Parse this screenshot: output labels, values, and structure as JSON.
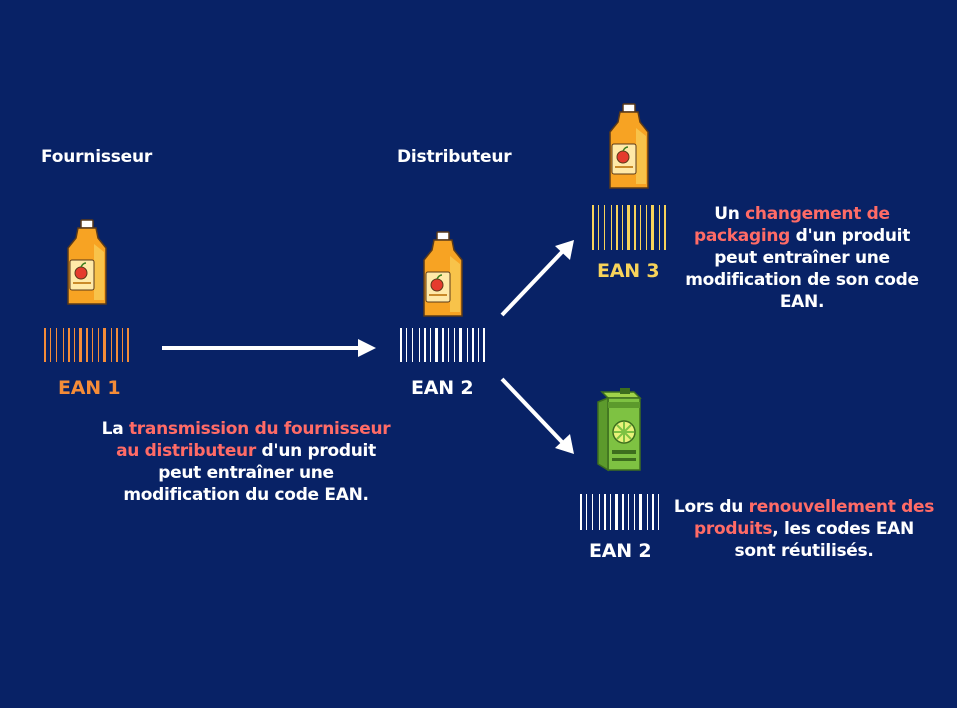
{
  "colors": {
    "background": "#082266",
    "highlight": "#ff6b66",
    "ean1": "#f58c38",
    "ean3": "#f7d35a",
    "text": "#ffffff"
  },
  "headings": {
    "supplier": "Fournisseur",
    "distributor": "Distributeur"
  },
  "products": {
    "supplier": {
      "icon": "orange-juice-bottle-icon",
      "barcode": "barcode-icon",
      "label": "EAN 1"
    },
    "distributor": {
      "icon": "orange-juice-bottle-icon",
      "barcode": "barcode-icon",
      "label": "EAN 2"
    },
    "repackaged": {
      "icon": "orange-juice-bottle-icon",
      "barcode": "barcode-icon",
      "label": "EAN 3"
    },
    "renewed": {
      "icon": "lime-juice-carton-icon",
      "barcode": "barcode-icon",
      "label": "EAN 2"
    }
  },
  "arrows": [
    "arrow-right-icon",
    "arrow-up-right-icon",
    "arrow-down-right-icon"
  ],
  "notes": {
    "transmission": {
      "before": "La ",
      "highlight": "transmission du fournisseur au distributeur",
      "after": " d'un produit peut entraîner une modification du code EAN."
    },
    "packaging": {
      "before": "Un ",
      "highlight": "changement de packaging",
      "after": " d'un produit peut entraîner une modification de son code EAN."
    },
    "renewal": {
      "before": "Lors du ",
      "highlight": "renouvellement des produits",
      "after": ", les codes EAN sont réutilisés."
    }
  }
}
